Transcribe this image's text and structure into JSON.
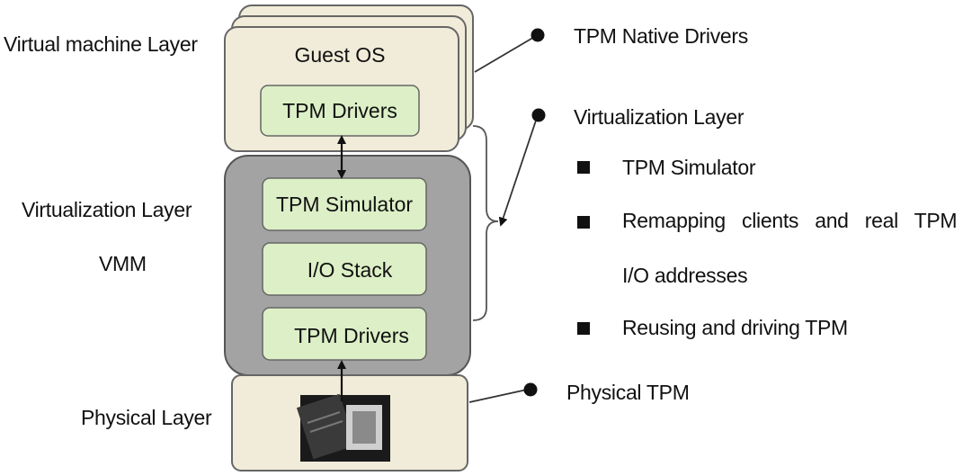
{
  "left_labels": {
    "virtual_machine_layer": "Virtual machine Layer",
    "virtualization_layer": "Virtualization Layer",
    "vmm": "VMM",
    "physical_layer": "Physical Layer"
  },
  "stack": {
    "guest_os": "Guest OS",
    "guest_tpm_drivers": "TPM Drivers",
    "tpm_simulator": "TPM Simulator",
    "io_stack": "I/O Stack",
    "vmm_tpm_drivers": "TPM Drivers"
  },
  "right_legend": {
    "tpm_native_drivers": "TPM Native Drivers",
    "virtualization_layer": "Virtualization Layer",
    "items": [
      "TPM Simulator",
      "Remapping clients and real TPM",
      "I/O addresses",
      "Reusing and driving TPM"
    ],
    "physical_tpm": "Physical TPM"
  },
  "colors": {
    "vm_fill": "#f0ecd9",
    "inner_fill": "#dcefc6",
    "vmm_fill": "#a3a3a3",
    "stroke": "#666666"
  }
}
